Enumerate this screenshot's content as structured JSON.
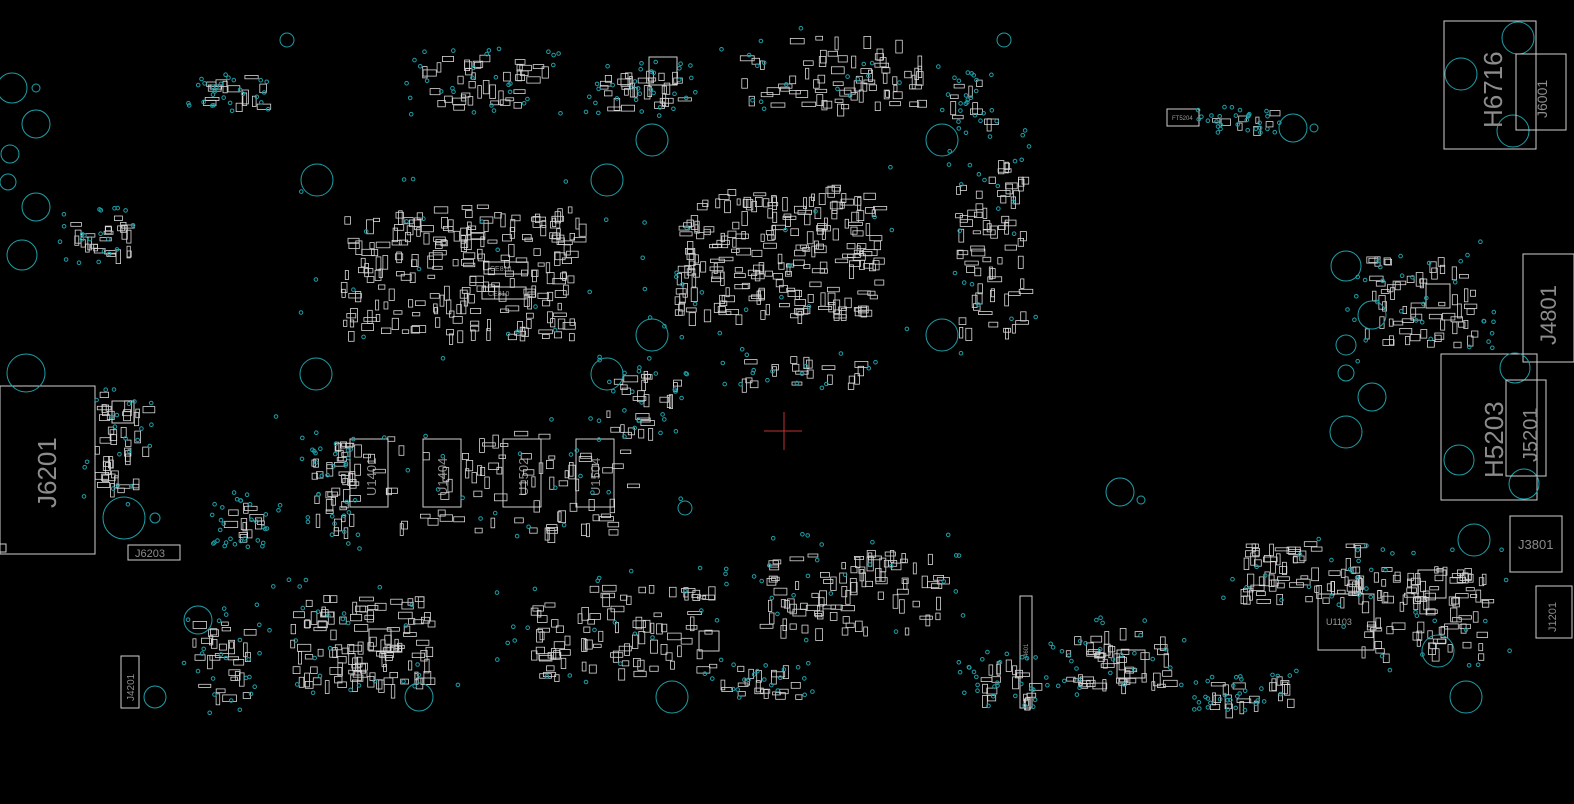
{
  "board": {
    "background": "#000000",
    "outline_color": "#cfcfcf",
    "via_color": "#1e9fa8",
    "label_color": "#8c8c8c"
  },
  "labels": {
    "j6201": "J6201",
    "j6203": "J6203",
    "j4201": "J4201",
    "u1401": "U1401",
    "u1404": "U1404",
    "u1502": "U1502",
    "u1504": "U1504",
    "ce810a": "CE810",
    "ce810b": "CE810",
    "ft5204": "FT5204",
    "h6716": "H6716",
    "j6001": "J6001",
    "j4801": "J4801",
    "h5203": "H5203",
    "j5201": "J5201",
    "j3801": "J3801",
    "j1201": "J1201",
    "u1103": "U1103",
    "j4601": "J4601"
  }
}
